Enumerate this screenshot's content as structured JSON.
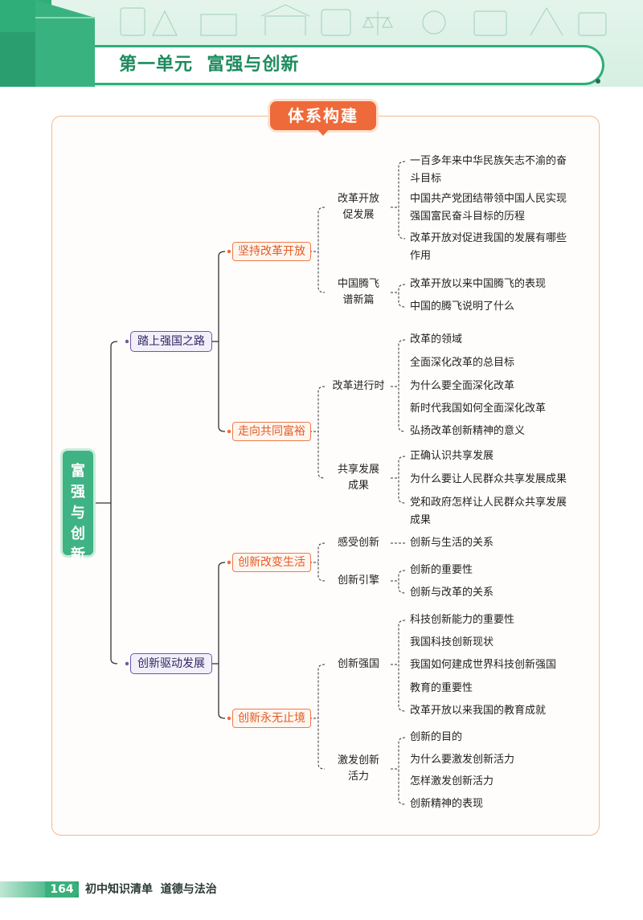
{
  "header": {
    "unit_label": "第一单元",
    "unit_name": "富强与创新"
  },
  "banner": "体系构建",
  "colors": {
    "green": "#3fb383",
    "orange": "#ee6a3b",
    "purple": "#6b5aa6"
  },
  "tree": {
    "root": [
      "富",
      "强",
      "与",
      "创",
      "新"
    ],
    "branches": [
      {
        "label": "踏上强国之路",
        "children": [
          {
            "label": "坚持改革开放",
            "topics": [
              {
                "label": [
                  "改革开放",
                  "促发展"
                ],
                "items": [
                  [
                    "一百多年来中华民族矢志不渝的奋",
                    "斗目标"
                  ],
                  [
                    "中国共产党团结带领中国人民实现",
                    "强国富民奋斗目标的历程"
                  ],
                  [
                    "改革开放对促进我国的发展有哪些",
                    "作用"
                  ]
                ]
              },
              {
                "label": [
                  "中国腾飞",
                  "谱新篇"
                ],
                "items": [
                  [
                    "改革开放以来中国腾飞的表现"
                  ],
                  [
                    "中国的腾飞说明了什么"
                  ]
                ]
              }
            ]
          },
          {
            "label": "走向共同富裕",
            "topics": [
              {
                "label": [
                  "改革进行时"
                ],
                "items": [
                  [
                    "改革的领域"
                  ],
                  [
                    "全面深化改革的总目标"
                  ],
                  [
                    "为什么要全面深化改革"
                  ],
                  [
                    "新时代我国如何全面深化改革"
                  ],
                  [
                    "弘扬改革创新精神的意义"
                  ]
                ]
              },
              {
                "label": [
                  "共享发展",
                  "成果"
                ],
                "items": [
                  [
                    "正确认识共享发展"
                  ],
                  [
                    "为什么要让人民群众共享发展成果"
                  ],
                  [
                    "党和政府怎样让人民群众共享发展",
                    "成果"
                  ]
                ]
              }
            ]
          }
        ]
      },
      {
        "label": "创新驱动发展",
        "children": [
          {
            "label": "创新改变生活",
            "topics": [
              {
                "label": [
                  "感受创新"
                ],
                "items": [
                  [
                    "创新与生活的关系"
                  ]
                ]
              },
              {
                "label": [
                  "创新引擎"
                ],
                "items": [
                  [
                    "创新的重要性"
                  ],
                  [
                    "创新与改革的关系"
                  ]
                ]
              }
            ]
          },
          {
            "label": "创新永无止境",
            "topics": [
              {
                "label": [
                  "创新强国"
                ],
                "items": [
                  [
                    "科技创新能力的重要性"
                  ],
                  [
                    "我国科技创新现状"
                  ],
                  [
                    "我国如何建成世界科技创新强国"
                  ],
                  [
                    "教育的重要性"
                  ],
                  [
                    "改革开放以来我国的教育成就"
                  ]
                ]
              },
              {
                "label": [
                  "激发创新",
                  "活力"
                ],
                "items": [
                  [
                    "创新的目的"
                  ],
                  [
                    "为什么要激发创新活力"
                  ],
                  [
                    "怎样激发创新活力"
                  ],
                  [
                    "创新精神的表现"
                  ]
                ]
              }
            ]
          }
        ]
      }
    ]
  },
  "footer": {
    "page": "164",
    "book": "初中知识清单",
    "subject": "道德与法治"
  }
}
